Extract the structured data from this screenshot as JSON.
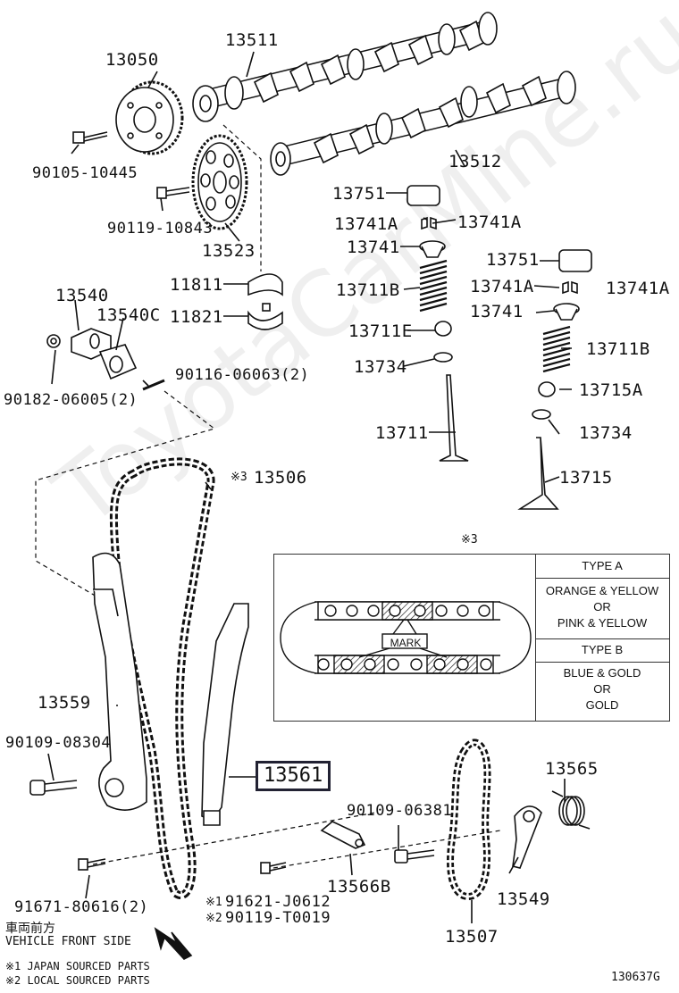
{
  "watermark": "ToyotaCarMine.ru",
  "figure_id": "130637G",
  "parts": {
    "camshaft_intake": "13511",
    "camshaft_exhaust": "13512",
    "cam_timing_gear": "13050",
    "bolt_gear": "90105-10445",
    "bolt_sprocket": "90119-10843",
    "sprocket": "13523",
    "bearing_upper": "11811",
    "bearing_lower": "11821",
    "tensioner": "13540",
    "tensioner_gasket": "13540C",
    "nut_tensioner": "90182-06005(2)",
    "stud": "90116-06063(2)",
    "chain": "13506",
    "chain_marker": "※3",
    "slipper": "13559",
    "bolt_slipper": "90109-08304",
    "damper": "13561",
    "bolt_left": "91671-80616(2)",
    "bolt_japan": "91621-J0612",
    "bolt_local": "90119-T0019",
    "mark1": "※1",
    "mark2": "※2",
    "oil_jet": "13566B",
    "bolt_pump": "90109-06381",
    "pump_chain": "13507",
    "chain_tensioner_arm": "13549",
    "spring": "13565",
    "lifter_a": "13751",
    "keeper_a": "13741A",
    "retainer_a": "13741",
    "spring_a": "13711B",
    "seat_a": "13711E",
    "seal_a": "13734",
    "valve_intake": "13711",
    "lifter_b": "13751",
    "keeper_b": "13741A",
    "retainer_b": "13741",
    "spring_b": "13711B",
    "seat_b": "13715A",
    "seal_b": "13734",
    "valve_exhaust": "13715"
  },
  "legend": {
    "front_jp": "車両前方",
    "front_en": "VEHICLE FRONT SIDE",
    "note1": "※1 JAPAN SOURCED PARTS",
    "note2": "※2 LOCAL SOURCED PARTS"
  },
  "chain_table": {
    "marker": "※3",
    "mark_label": "MARK",
    "type_a": "TYPE A",
    "type_a_colors_1": "ORANGE & YELLOW",
    "or_1": "OR",
    "type_a_colors_2": "PINK & YELLOW",
    "type_b": "TYPE B",
    "type_b_colors_1": "BLUE & GOLD",
    "or_2": "OR",
    "type_b_colors_2": "GOLD"
  }
}
